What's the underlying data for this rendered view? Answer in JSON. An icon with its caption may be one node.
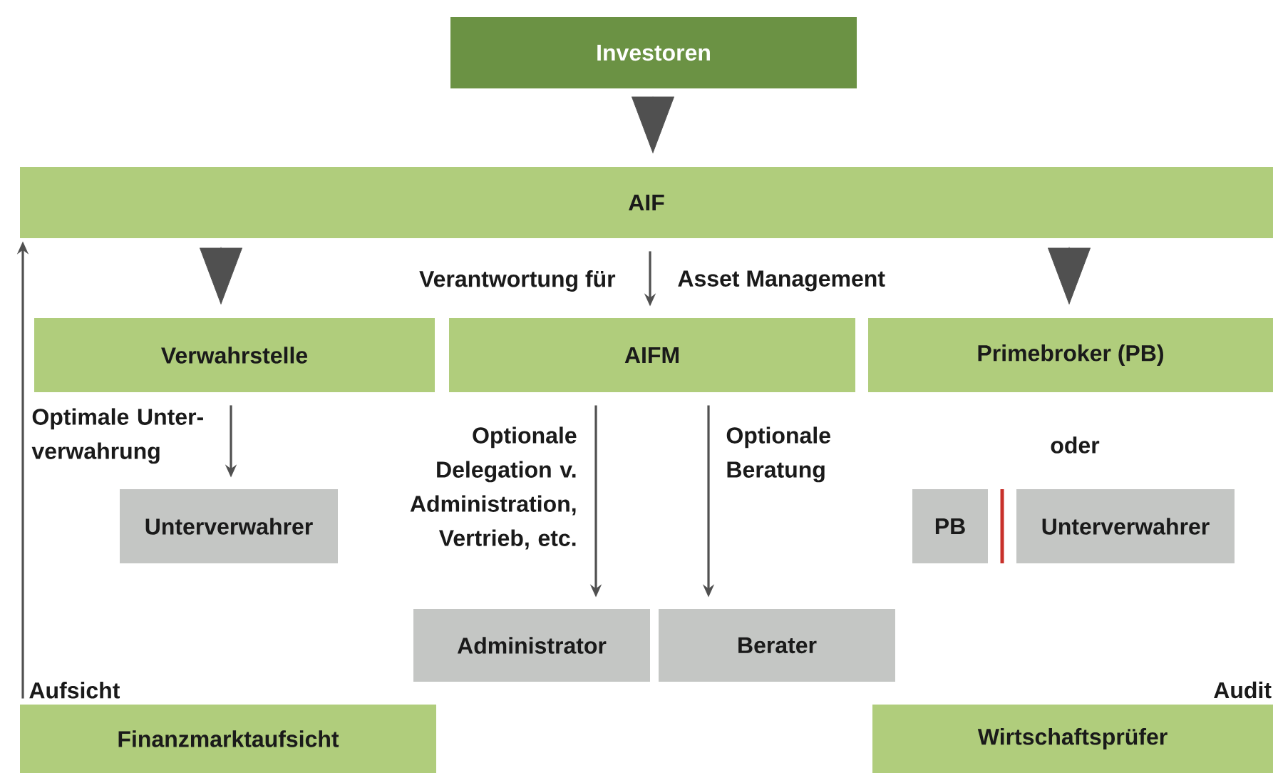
{
  "diagram": {
    "nodes": [
      {
        "text": [
          "Investoren"
        ]
      },
      {
        "text": [
          "AIF"
        ]
      },
      {
        "text": [
          "Verwahrstelle"
        ]
      },
      {
        "text": [
          "AIFM"
        ]
      },
      {
        "text": [
          "Primebroker (PB)"
        ]
      },
      {
        "text": [
          "Unterverwahrer"
        ]
      },
      {
        "text": [
          "Administrator"
        ]
      },
      {
        "text": [
          "Berater"
        ]
      },
      {
        "text": [
          "PB"
        ]
      },
      {
        "text": [
          "Unterverwahrer"
        ]
      },
      {
        "text": [
          "Finanzmarktaufsicht"
        ]
      },
      {
        "text": [
          "Wirtschaftsprüfer"
        ],
        "beside": [
          "Audit"
        ]
      }
    ],
    "edges": [
      {
        "from": 0,
        "to": 1,
        "arrow": "to"
      },
      {
        "from": 1,
        "to": 2,
        "arrow": "to"
      },
      {
        "from": 1,
        "to": 3,
        "arrow": "to"
      },
      {
        "from": 1,
        "to": 4,
        "arrow": "to"
      },
      {
        "from": 2,
        "to": 5,
        "arrow": "to",
        "label": "Optimale Unter- verwahrung"
      },
      {
        "from": 3,
        "to": 6,
        "arrow": "to",
        "label": "Optionale Delegation v. Administration, Vertrieb, etc."
      },
      {
        "from": 3,
        "to": 7,
        "arrow": "to",
        "label": "Optionale Beratung"
      },
      {
        "from": 10,
        "to": 1,
        "arrow": "to",
        "label": "Aufsicht"
      }
    ],
    "labels": [
      "Verantwortung für",
      "Asset Management",
      "oder"
    ]
  }
}
